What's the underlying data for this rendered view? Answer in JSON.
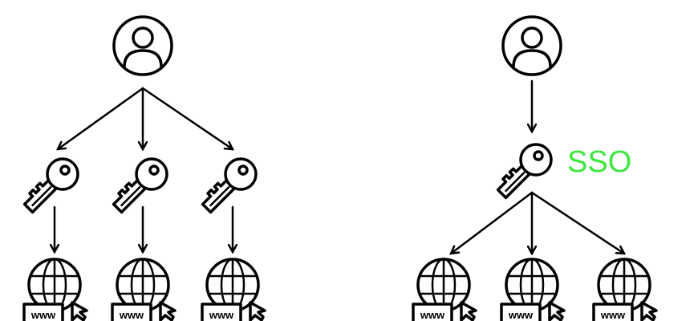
{
  "diagram": {
    "left": {
      "title": "Separate credentials per site",
      "sites": [
        "www",
        "www",
        "www"
      ]
    },
    "right": {
      "label": "SSO",
      "label_color": "#3ee63e",
      "sites": [
        "www",
        "www",
        "www"
      ]
    }
  }
}
